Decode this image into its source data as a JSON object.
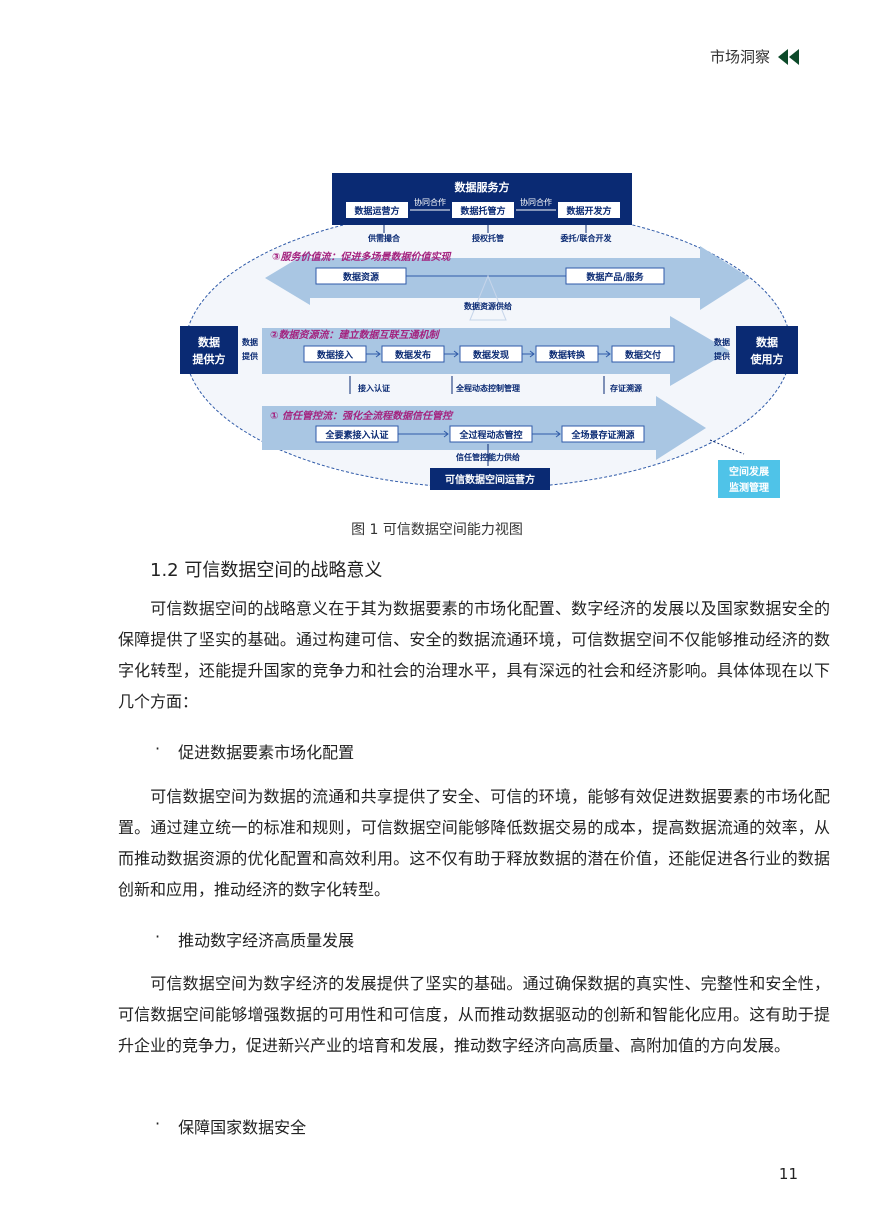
{
  "header": {
    "title": "市场洞察"
  },
  "figure": {
    "top_box": "数据服务方",
    "op_left": "数据运营方",
    "op_mid": "数据托管方",
    "op_right": "数据开发方",
    "coop1": "协同合作",
    "coop2": "协同合作",
    "rel_left": "供需撮合",
    "rel_mid": "授权托管",
    "rel_right": "委托/联合开发",
    "flow3_title": "③服务价值流：促进多场景数据价值实现",
    "flow3_left": "数据资源",
    "flow3_right": "数据产品/服务",
    "supply": "数据资源供给",
    "flow2_title": "②数据资源流：建立数据互联互通机制",
    "flow2_steps": [
      "数据接入",
      "数据发布",
      "数据发现",
      "数据转换",
      "数据交付"
    ],
    "provider_line1": "数据",
    "provider_line2": "提供方",
    "provide_a": "数据",
    "provide_b": "提供",
    "user_line1": "数据",
    "user_line2": "使用方",
    "use_a": "数据",
    "use_b": "提供",
    "ctrl_left": "接入认证",
    "ctrl_mid": "全程动态控制管理",
    "ctrl_right": "存证溯源",
    "flow1_title": "① 信任管控流：强化全流程数据信任管控",
    "flow1_steps": [
      "全要素接入认证",
      "全过程动态管控",
      "全场景存证溯源"
    ],
    "trust_supply": "信任管控能力供给",
    "bottom_box": "可信数据空间运营方",
    "monitor_line1": "空间发展",
    "monitor_line2": "监测管理"
  },
  "caption": "图 1 可信数据空间能力视图",
  "section_title": "1.2 可信数据空间的战略意义",
  "para1": "可信数据空间的战略意义在于其为数据要素的市场化配置、数字经济的发展以及国家数据安全的保障提供了坚实的基础。通过构建可信、安全的数据流通环境，可信数据空间不仅能够推动经济的数字化转型，还能提升国家的竞争力和社会的治理水平，具有深远的社会和经济影响。具体体现在以下几个方面：",
  "bullet1": "促进数据要素市场化配置",
  "para2": "可信数据空间为数据的流通和共享提供了安全、可信的环境，能够有效促进数据要素的市场化配置。通过建立统一的标准和规则，可信数据空间能够降低数据交易的成本，提高数据流通的效率，从而推动数据资源的优化配置和高效利用。这不仅有助于释放数据的潜在价值，还能促进各行业的数据创新和应用，推动经济的数字化转型。",
  "bullet2": "推动数字经济高质量发展",
  "para3": "可信数据空间为数字经济的发展提供了坚实的基础。通过确保数据的真实性、完整性和安全性，可信数据空间能够增强数据的可用性和可信度，从而推动数据驱动的创新和智能化应用。这有助于提升企业的竞争力，促进新兴产业的培育和发展，推动数字经济向高质量、高附加值的方向发展。",
  "bullet3": "保障国家数据安全",
  "bullet_symbol": "·",
  "page_number": "11",
  "colors": {
    "navy": "#0a2a73",
    "flow_band": "#a9c6e3",
    "step_border": "#2f5aa8",
    "magenta": "#a4237f",
    "cyan": "#4fc3e8"
  }
}
